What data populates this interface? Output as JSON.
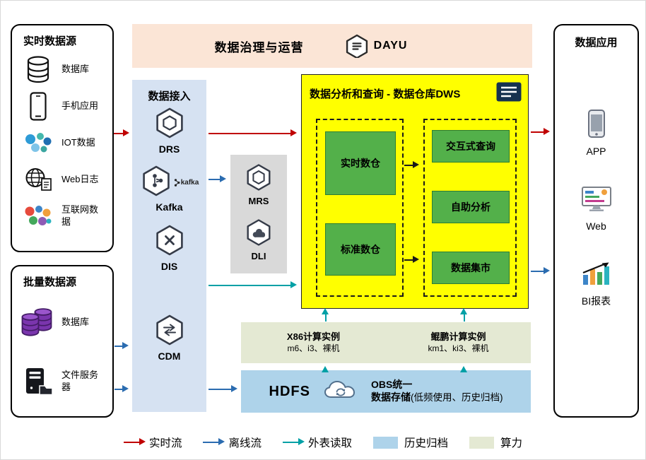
{
  "colors": {
    "red": "#c00000",
    "blue": "#2b6cb0",
    "teal": "#00a0a6",
    "black-arrow": "#1a1a1a",
    "peach": "#fbe5d6",
    "ingest-bg": "#d6e2f2",
    "gray-box": "#d9d9d9",
    "yellow": "#ffff00",
    "green-box": "#53b04a",
    "green-box-border": "#2e7d32",
    "compute-bg": "#e4e9d3",
    "storage-bg": "#aed3ea",
    "purple-db": "#7a35ad"
  },
  "banner": {
    "title": "数据治理与运营",
    "logo": "DAYU"
  },
  "realtime_sources": {
    "title": "实时数据源",
    "items": [
      {
        "label": "数据库",
        "icon": "database-icon"
      },
      {
        "label": "手机应用",
        "icon": "phone-icon"
      },
      {
        "label": "IOT数据",
        "icon": "iot-icon"
      },
      {
        "label": "Web日志",
        "icon": "web-log-icon"
      },
      {
        "label": "互联网数据",
        "icon": "internet-data-icon"
      }
    ]
  },
  "batch_sources": {
    "title": "批量数据源",
    "items": [
      {
        "label": "数据库",
        "icon": "purple-database-icon"
      },
      {
        "label": "文件服务器",
        "icon": "file-server-icon"
      }
    ]
  },
  "ingest": {
    "title": "数据接入",
    "items": [
      {
        "label": "DRS"
      },
      {
        "label": "Kafka",
        "wordmark": "kafka"
      },
      {
        "label": "DIS"
      },
      {
        "label": "CDM"
      }
    ]
  },
  "middleware": {
    "items": [
      {
        "label": "MRS"
      },
      {
        "label": "DLI"
      }
    ]
  },
  "dws": {
    "title": "数据分析和查询 - 数据仓库DWS",
    "left_items": [
      "实时数仓",
      "标准数仓"
    ],
    "right_items": [
      "交互式查询",
      "自助分析",
      "数据集市"
    ]
  },
  "compute": {
    "groups": [
      {
        "title": "X86计算实例",
        "subtitle": "m6、i3、裸机"
      },
      {
        "title": "鲲鹏计算实例",
        "subtitle": "km1、ki3、裸机"
      }
    ]
  },
  "storage": {
    "hdfs": "HDFS",
    "obs_line1": "OBS统一",
    "obs_line2": "数据存储",
    "obs_note": "(低频使用、历史归档)"
  },
  "apps": {
    "title": "数据应用",
    "items": [
      {
        "label": "APP"
      },
      {
        "label": "Web"
      },
      {
        "label": "BI报表"
      }
    ]
  },
  "legend": {
    "realtime": "实时流",
    "offline": "离线流",
    "external": "外表读取",
    "archive": "历史归档",
    "compute": "算力"
  }
}
